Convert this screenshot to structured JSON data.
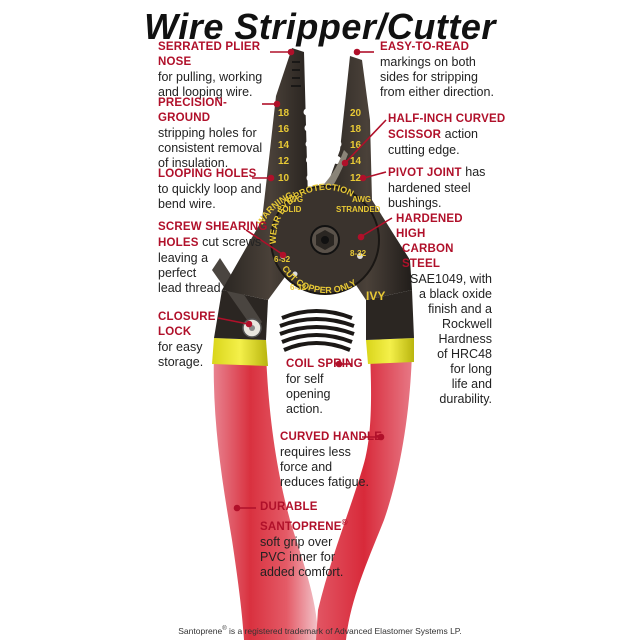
{
  "title": "Wire Stripper/Cutter",
  "tool": {
    "awg_left": [
      "18",
      "16",
      "14",
      "12",
      "10"
    ],
    "awg_right": [
      "20",
      "18",
      "16",
      "14",
      "12"
    ],
    "awg_label": "AWG",
    "solid": "SOLID",
    "stranded": "STRANDED",
    "warning": "WARNING:",
    "wear_eye": "WEAR EYE PROTECTION",
    "cut_copper": "CUT COPPER ONLY",
    "screw_left": "6-32",
    "screw_right": "8-32",
    "screw_bottom": "6-32",
    "brand": "IVY"
  },
  "annotations": {
    "serrated": {
      "head": "SERRATED PLIER NOSE",
      "body": [
        "for pulling, working",
        "and looping wire."
      ]
    },
    "precision": {
      "head": "PRECISION-GROUND",
      "body": [
        "stripping holes for",
        "consistent removal",
        "of insulation."
      ]
    },
    "looping": {
      "head": "LOOPING HOLES",
      "body": [
        "to quickly loop and",
        "bend wire."
      ]
    },
    "screw": {
      "head1": "SCREW SHEARING",
      "head2": "HOLES",
      "tail": " cut screws",
      "body": [
        "leaving a",
        "perfect",
        "lead thread."
      ]
    },
    "closure": {
      "head1": "CLOSURE",
      "head2": "LOCK",
      "body": [
        "for easy",
        "storage."
      ]
    },
    "easy": {
      "head": "EASY-TO-READ",
      "body": [
        "markings on both",
        "sides for stripping",
        "from either direction."
      ]
    },
    "curved_scissor": {
      "head1": "HALF-INCH CURVED",
      "head2": "SCISSOR",
      "tail": " action",
      "body": [
        "cutting edge."
      ]
    },
    "pivot": {
      "head": "PIVOT JOINT",
      "tail": " has",
      "body": [
        "hardened steel",
        "bushings."
      ]
    },
    "hardened": {
      "head1": "HARDENED HIGH",
      "head2": "CARBON STEEL",
      "body": [
        "SAE1049, with",
        "a black oxide",
        "finish and a",
        "Rockwell",
        "Hardness",
        "of HRC48",
        "for long",
        "life and",
        "durability."
      ]
    },
    "coil": {
      "head": "COIL SPRING",
      "body": [
        "for self",
        "opening",
        "action."
      ]
    },
    "curved_handle": {
      "head": "CURVED HANDLE",
      "body": [
        "requires less",
        "force and",
        "reduces fatigue."
      ]
    },
    "durable": {
      "head1": "DURABLE",
      "head2": "SANTOPRENE",
      "reg": "®",
      "body": [
        "soft grip over",
        "PVC inner for",
        "added comfort."
      ]
    }
  },
  "footer": {
    "pre": "Santoprene",
    "reg": "®",
    "post": " is a registered trademark of Advanced Elastomer Systems LP."
  }
}
